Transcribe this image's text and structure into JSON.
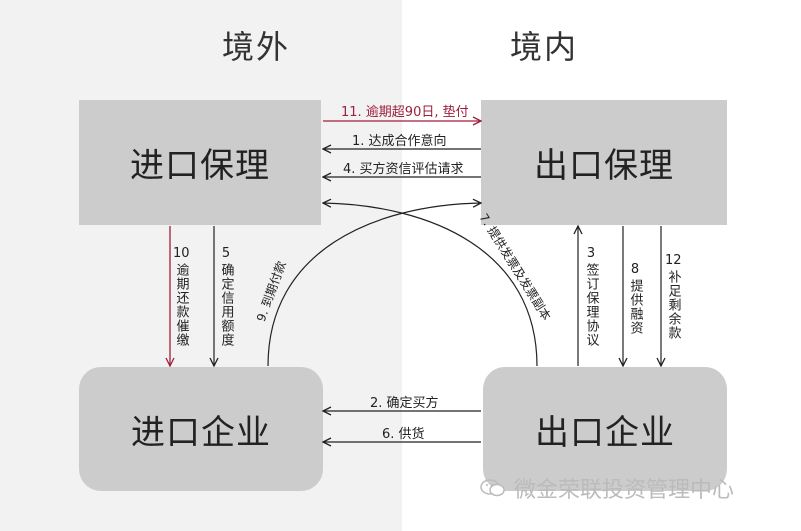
{
  "regions": {
    "abroad": "境外",
    "domestic": "境内"
  },
  "boxes": {
    "import_factor": "进口保理",
    "export_factor": "出口保理",
    "import_company": "进口企业",
    "export_company": "出口企业"
  },
  "arrows": {
    "a11": "11. 逾期超90日, 垫付",
    "a1": "1. 达成合作意向",
    "a4": "4. 买方资信评估请求",
    "a2": "2. 确定买方",
    "a6": "6. 供货",
    "a7": "7. 提供发票及发票副本",
    "a9": "9. 到期付款",
    "v10_num": "10",
    "v10_txt": "逾期还款催缴",
    "v5_num": "5",
    "v5_txt": "确定信用额度",
    "v3_num": "3",
    "v3_txt": "签订保理协议",
    "v8_num": "8",
    "v8_txt": "提供融资",
    "v12_num": "12",
    "v12_txt": "补足剩余款"
  },
  "watermark": "微金荣联投资管理中心",
  "colors": {
    "accent_red": "#9e1f3a",
    "box_gray": "#cccccc",
    "left_bg": "#f2f2f2"
  }
}
